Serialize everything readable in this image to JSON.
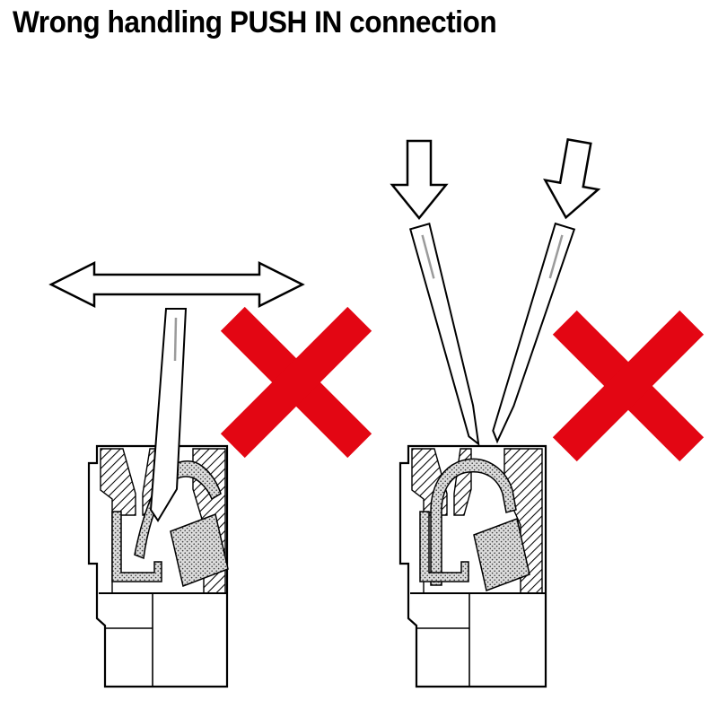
{
  "title": "Wrong handling PUSH IN connection",
  "colors": {
    "cross_red": "#e30613",
    "outline_black": "#000000",
    "blade_mark_gray": "#9b9b9b"
  },
  "icons": {
    "left_figure": [
      "horizontal-double-arrow-icon",
      "screwdriver-icon",
      "connector-cross-section",
      "red-cross-icon"
    ],
    "right_figure": [
      "down-arrow-icon",
      "down-arrow-icon",
      "screwdriver-icon",
      "screwdriver-icon",
      "connector-cross-section",
      "red-cross-icon"
    ]
  }
}
